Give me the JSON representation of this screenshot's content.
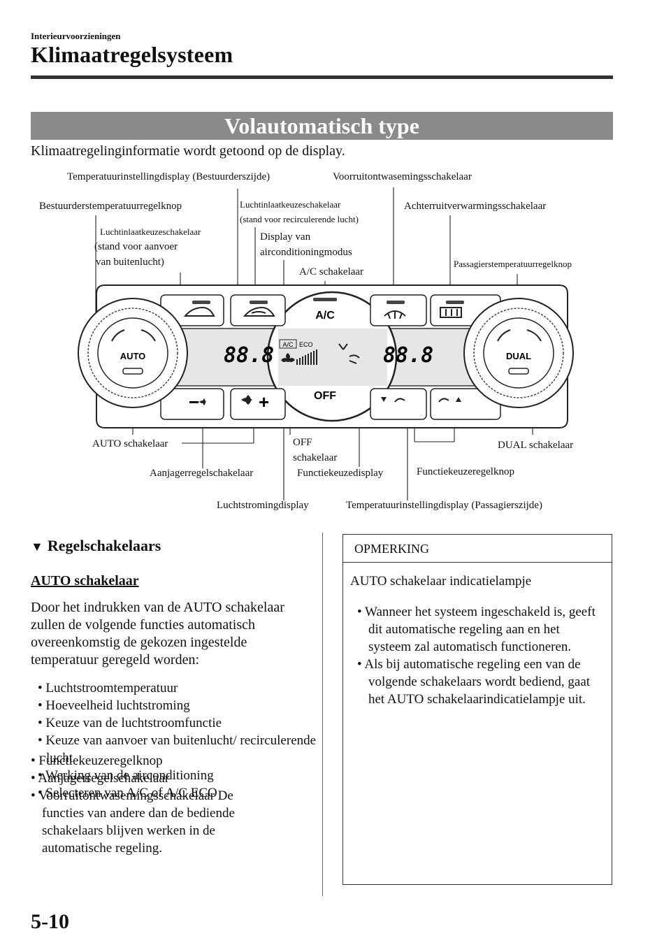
{
  "header": {
    "breadcrumb": "Interieurvoorzieningen",
    "title": "Klimaatregelsysteem"
  },
  "section": {
    "banner": "Volautomatisch type",
    "intro": "Klimaatregelinginformatie wordt getoond op de display."
  },
  "diagram": {
    "labels": {
      "temp_display_driver": "Temperatuurinstellingdisplay (Bestuurderszijde)",
      "windshield_defrost": "Voorruitontwasemingsschakelaar",
      "driver_temp_knob": "Bestuurderstemperatuurregelknop",
      "intake_recirc_1": "Luchtinlaatkeuzeschakelaar",
      "intake_recirc_2": "(stand voor recirculerende lucht)",
      "rear_defrost": "Achterruitverwarmingsschakelaar",
      "intake_outside_1": "Luchtinlaatkeuzeschakelaar",
      "intake_outside_2": "(stand voor aanvoer",
      "intake_outside_3": "van buitenlucht)",
      "ac_mode_display_1": "Display van",
      "ac_mode_display_2": "airconditioningmodus",
      "ac_switch": "A/C schakelaar",
      "passenger_temp_knob": "Passagierstemperatuurregelknop",
      "auto_switch": "AUTO schakelaar",
      "off_switch_1": "OFF",
      "off_switch_2": "schakelaar",
      "dual_switch": "DUAL schakelaar",
      "fan_control": "Aanjagerregelschakelaar",
      "mode_display": "Functiekeuzedisplay",
      "mode_knob": "Functiekeuzeregelknop",
      "airflow_display": "Luchtstromingdisplay",
      "temp_display_passenger": "Temperatuurinstellingdisplay (Passagierszijde)"
    },
    "panel_text": {
      "auto": "AUTO",
      "dual": "DUAL",
      "ac": "A/C",
      "off": "OFF",
      "temp_left": "88.8",
      "temp_right": "88.8",
      "ac_small": "A/C",
      "eco": "ECO",
      "fan_minus": "−",
      "fan_plus": "+"
    }
  },
  "controls": {
    "heading": "Regelschakelaars",
    "auto_heading": "AUTO schakelaar",
    "auto_description": "Door het indrukken van de AUTO schakelaar zullen de volgende functies automatisch overeenkomstig de gekozen ingestelde temperatuur geregeld worden:",
    "functions": [
      "• Luchtstroomtemperatuur",
      "• Hoeveelheid luchtstroming",
      "• Keuze van de luchtstroomfunctie",
      "• Keuze van aanvoer van buitenlucht/ recirculerende lucht",
      "• Werking van de airconditioning",
      "• Selecteren van A/C of A/C ECO"
    ]
  },
  "note": {
    "heading": "OPMERKING",
    "subtitle": "AUTO schakelaar indicatielampje",
    "items": [
      "• Wanneer het systeem ingeschakeld is, geeft dit automatische regeling aan en het systeem zal automatisch functioneren.",
      "• Als bij automatische regeling een van de volgende schakelaars wordt bediend, gaat het AUTO schakelaarindicatielampje uit."
    ],
    "subitems": [
      "• Functiekeuzeregelknop",
      "• Aanjagerregelschakelaar",
      "• Voorruitontwasemingsschakelaar De functies van andere dan de bediende schakelaars blijven werken in de automatische regeling."
    ]
  },
  "footer": {
    "page_number": "5-10"
  }
}
